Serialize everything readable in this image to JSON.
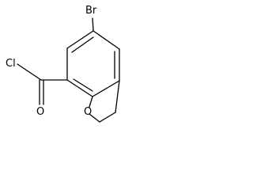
{
  "structure": {
    "atoms": {
      "bromine": "Br",
      "chlorine": "Cl",
      "carbonyl_oxygen": "O",
      "ring_oxygen": "O"
    },
    "colors": {
      "line": "#000000",
      "background": "#ffffff"
    }
  }
}
